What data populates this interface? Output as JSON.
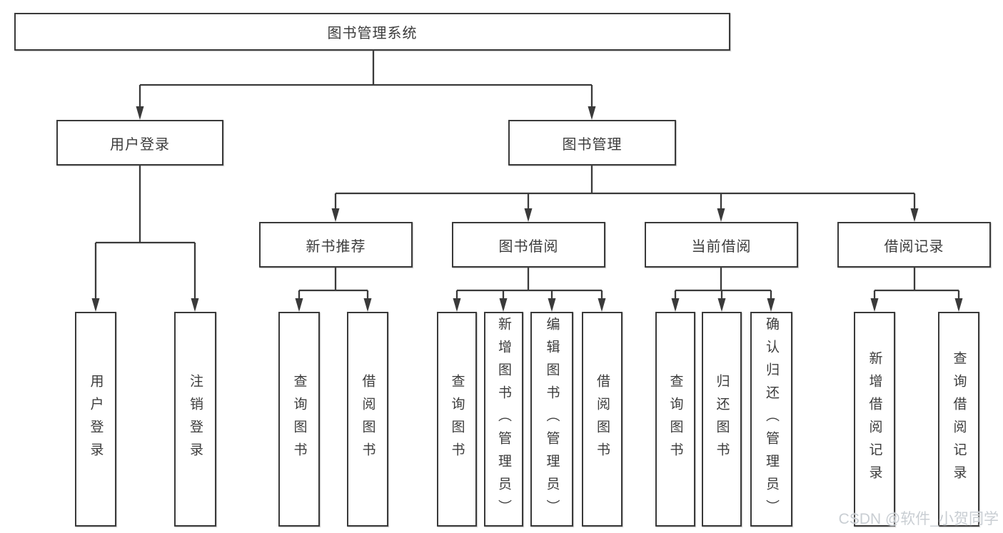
{
  "diagram": {
    "title": "图书管理系统",
    "watermark": "CSDN @软件_小贺同学",
    "colors": {
      "line": "#3a3a3a",
      "box_border": "#3a3a3a",
      "text": "#3c3c3c",
      "watermark": "#c9ced3",
      "background": "#ffffff"
    },
    "nodes": {
      "root": {
        "label": "图书管理系统"
      },
      "user_login": {
        "label": "用户登录"
      },
      "book_mgmt": {
        "label": "图书管理"
      },
      "new_books": {
        "label": "新书推荐"
      },
      "book_borrow": {
        "label": "图书借阅"
      },
      "current_borrow": {
        "label": "当前借阅"
      },
      "borrow_records": {
        "label": "借阅记录"
      },
      "leaf_login": {
        "label": "用户登录"
      },
      "leaf_logout": {
        "label": "注销登录"
      },
      "leaf_nb_query": {
        "label": "查询图书"
      },
      "leaf_nb_borrow": {
        "label": "借阅图书"
      },
      "leaf_bb_query": {
        "label": "查询图书"
      },
      "leaf_bb_add": {
        "label": "新增图书（管理员）"
      },
      "leaf_bb_edit": {
        "label": "编辑图书（管理员）"
      },
      "leaf_bb_borrow": {
        "label": "借阅图书"
      },
      "leaf_cb_query": {
        "label": "查询图书"
      },
      "leaf_cb_return": {
        "label": "归还图书"
      },
      "leaf_cb_confirm": {
        "label": "确认归还（管理员）"
      },
      "leaf_br_add": {
        "label": "新增借阅记录"
      },
      "leaf_br_query": {
        "label": "查询借阅记录"
      }
    }
  }
}
